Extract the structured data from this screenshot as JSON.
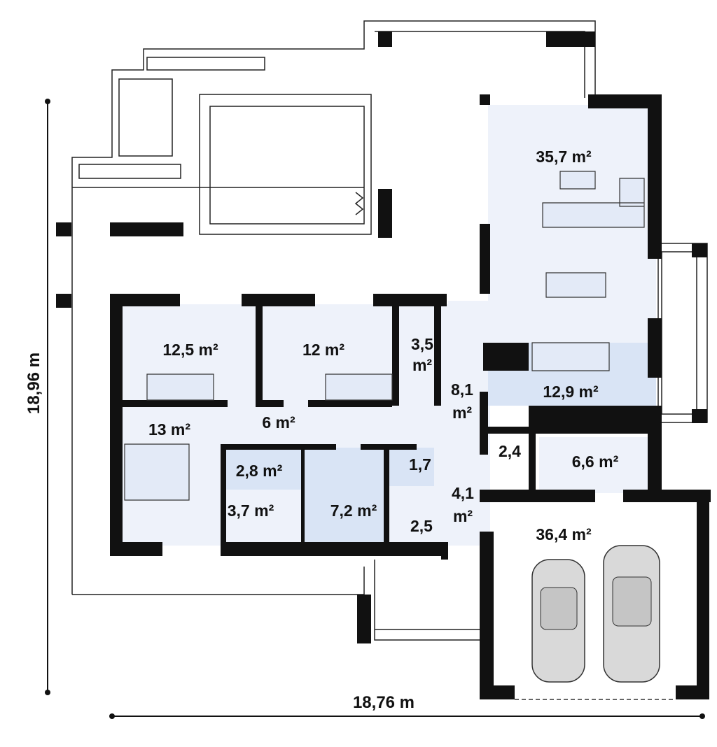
{
  "dimensions": {
    "height": "18,96 m",
    "width": "18,76 m"
  },
  "rooms": {
    "living": "35,7 m²",
    "kitchen": "12,9 m²",
    "bedroom1": "12,5 m²",
    "bedroom2": "12 m²",
    "wardrobe": "3,5",
    "wardrobe_unit": "m²",
    "hall": "8,1",
    "hall_unit": "m²",
    "master": "13 m²",
    "corridor": "6 m²",
    "ensuite": "2,8 m²",
    "dressing": "3,7 m²",
    "bathroom": "7,2 m²",
    "wc": "1,7",
    "closet": "2,5",
    "entry": "4,1",
    "entry_unit": "m²",
    "pantry": "2,4",
    "utility": "6,6 m²",
    "garage": "36,4 m²"
  }
}
